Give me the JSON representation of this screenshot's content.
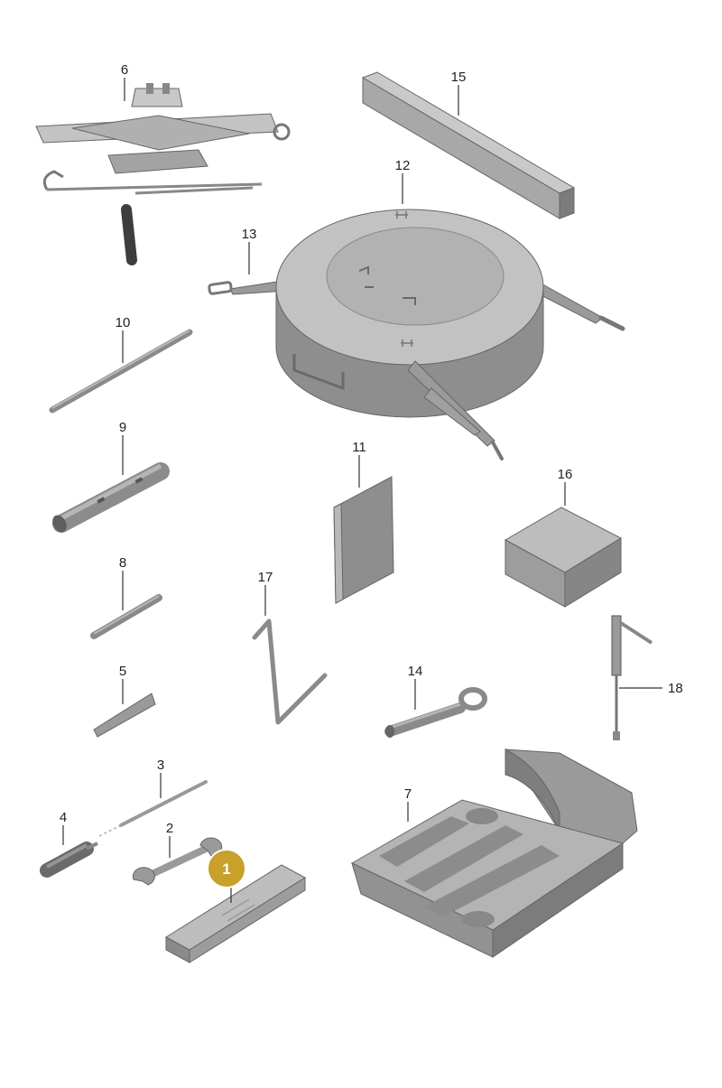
{
  "colors": {
    "part_fill": "#a9a9a9",
    "part_light": "#c4c4c4",
    "part_dark": "#6f6f6f",
    "outline": "#555555",
    "leader_line": "#333333",
    "badge_fill": "#c8a02a"
  },
  "diagram": {
    "callouts": [
      {
        "id": "1",
        "label": "1",
        "highlighted": true
      },
      {
        "id": "2",
        "label": "2"
      },
      {
        "id": "3",
        "label": "3"
      },
      {
        "id": "4",
        "label": "4"
      },
      {
        "id": "5",
        "label": "5"
      },
      {
        "id": "6",
        "label": "6"
      },
      {
        "id": "7",
        "label": "7"
      },
      {
        "id": "8",
        "label": "8"
      },
      {
        "id": "9",
        "label": "9"
      },
      {
        "id": "10",
        "label": "10"
      },
      {
        "id": "11",
        "label": "11"
      },
      {
        "id": "12",
        "label": "12"
      },
      {
        "id": "13",
        "label": "13"
      },
      {
        "id": "14",
        "label": "14"
      },
      {
        "id": "15",
        "label": "15"
      },
      {
        "id": "16",
        "label": "16"
      },
      {
        "id": "17",
        "label": "17"
      },
      {
        "id": "18",
        "label": "18"
      }
    ]
  }
}
